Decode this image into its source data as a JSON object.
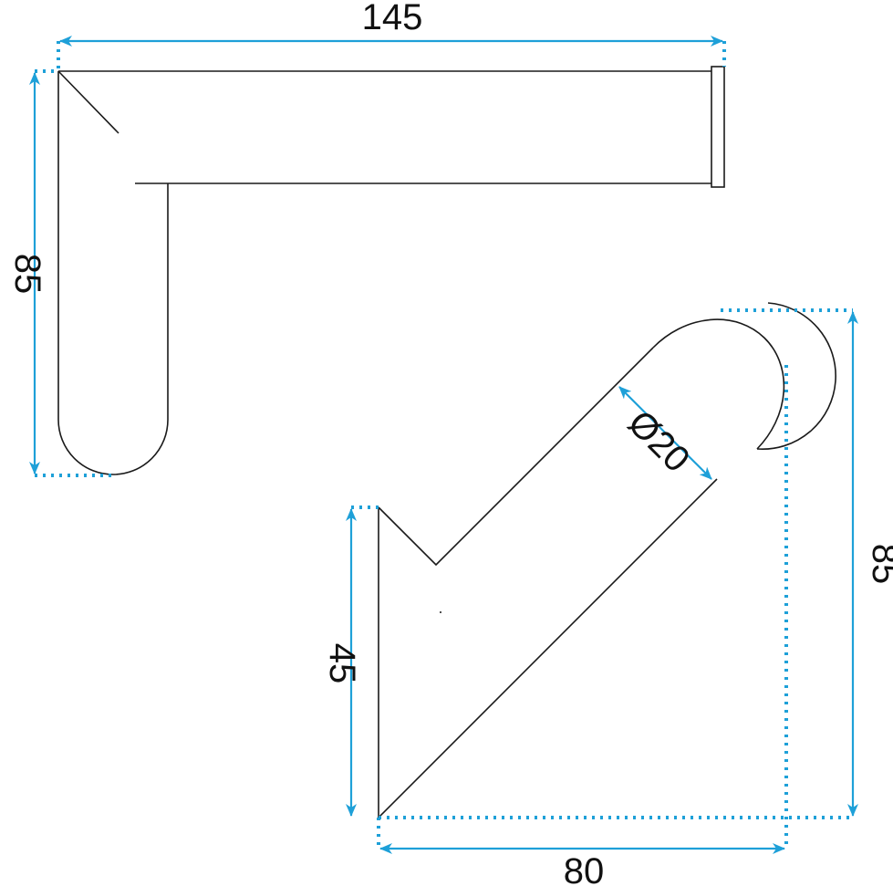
{
  "colors": {
    "dimension": "#1ea0d8",
    "outline": "#1a1a1a",
    "background": "#ffffff"
  },
  "side_view": {
    "width_label": "145",
    "height_label": "85"
  },
  "angled_view": {
    "diameter_label": "Ø20",
    "height_label": "85",
    "small_height_label": "45",
    "width_label": "80"
  }
}
